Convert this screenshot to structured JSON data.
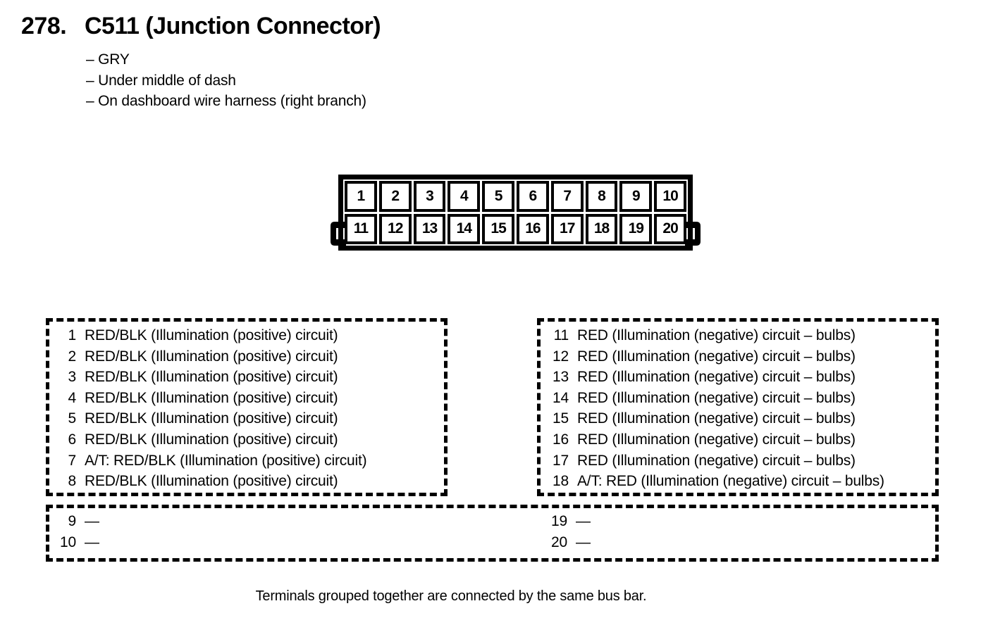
{
  "page": {
    "section_number": "278.",
    "title": "C511 (Junction Connector)",
    "details": [
      "– GRY",
      "– Under middle of dash",
      "– On dashboard wire harness (right branch)"
    ],
    "footnote": "Terminals grouped together are connected by the same bus bar."
  },
  "colors": {
    "ink": "#000000",
    "paper": "#ffffff"
  },
  "connector": {
    "pins_top": [
      "1",
      "2",
      "3",
      "4",
      "5",
      "6",
      "7",
      "8",
      "9",
      "10"
    ],
    "pins_bottom": [
      "11",
      "12",
      "13",
      "14",
      "15",
      "16",
      "17",
      "18",
      "19",
      "20"
    ]
  },
  "pin_lists": {
    "left": {
      "rows": [
        {
          "num": "1",
          "text": "RED/BLK (Illumination (positive) circuit)"
        },
        {
          "num": "2",
          "text": "RED/BLK (Illumination (positive) circuit)"
        },
        {
          "num": "3",
          "text": "RED/BLK (Illumination (positive) circuit)"
        },
        {
          "num": "4",
          "text": "RED/BLK (Illumination (positive) circuit)"
        },
        {
          "num": "5",
          "text": "RED/BLK (Illumination (positive) circuit)"
        },
        {
          "num": "6",
          "text": "RED/BLK (Illumination (positive) circuit)"
        },
        {
          "num": "7",
          "text": "A/T: RED/BLK (Illumination (positive) circuit)"
        },
        {
          "num": "8",
          "text": "RED/BLK (Illumination (positive) circuit)"
        }
      ]
    },
    "right": {
      "rows": [
        {
          "num": "11",
          "text": "RED (Illumination (negative) circuit – bulbs)"
        },
        {
          "num": "12",
          "text": "RED (Illumination (negative) circuit – bulbs)"
        },
        {
          "num": "13",
          "text": "RED (Illumination (negative) circuit – bulbs)"
        },
        {
          "num": "14",
          "text": "RED (Illumination (negative) circuit – bulbs)"
        },
        {
          "num": "15",
          "text": "RED (Illumination (negative) circuit – bulbs)"
        },
        {
          "num": "16",
          "text": "RED (Illumination (negative) circuit – bulbs)"
        },
        {
          "num": "17",
          "text": "RED (Illumination (negative) circuit – bulbs)"
        },
        {
          "num": "18",
          "text": "A/T: RED (Illumination (negative) circuit – bulbs)"
        }
      ]
    },
    "bottom_left": {
      "rows": [
        {
          "num": "9",
          "text": "—"
        },
        {
          "num": "10",
          "text": "—"
        }
      ]
    },
    "bottom_right": {
      "rows": [
        {
          "num": "19",
          "text": "—"
        },
        {
          "num": "20",
          "text": "—"
        }
      ]
    }
  }
}
